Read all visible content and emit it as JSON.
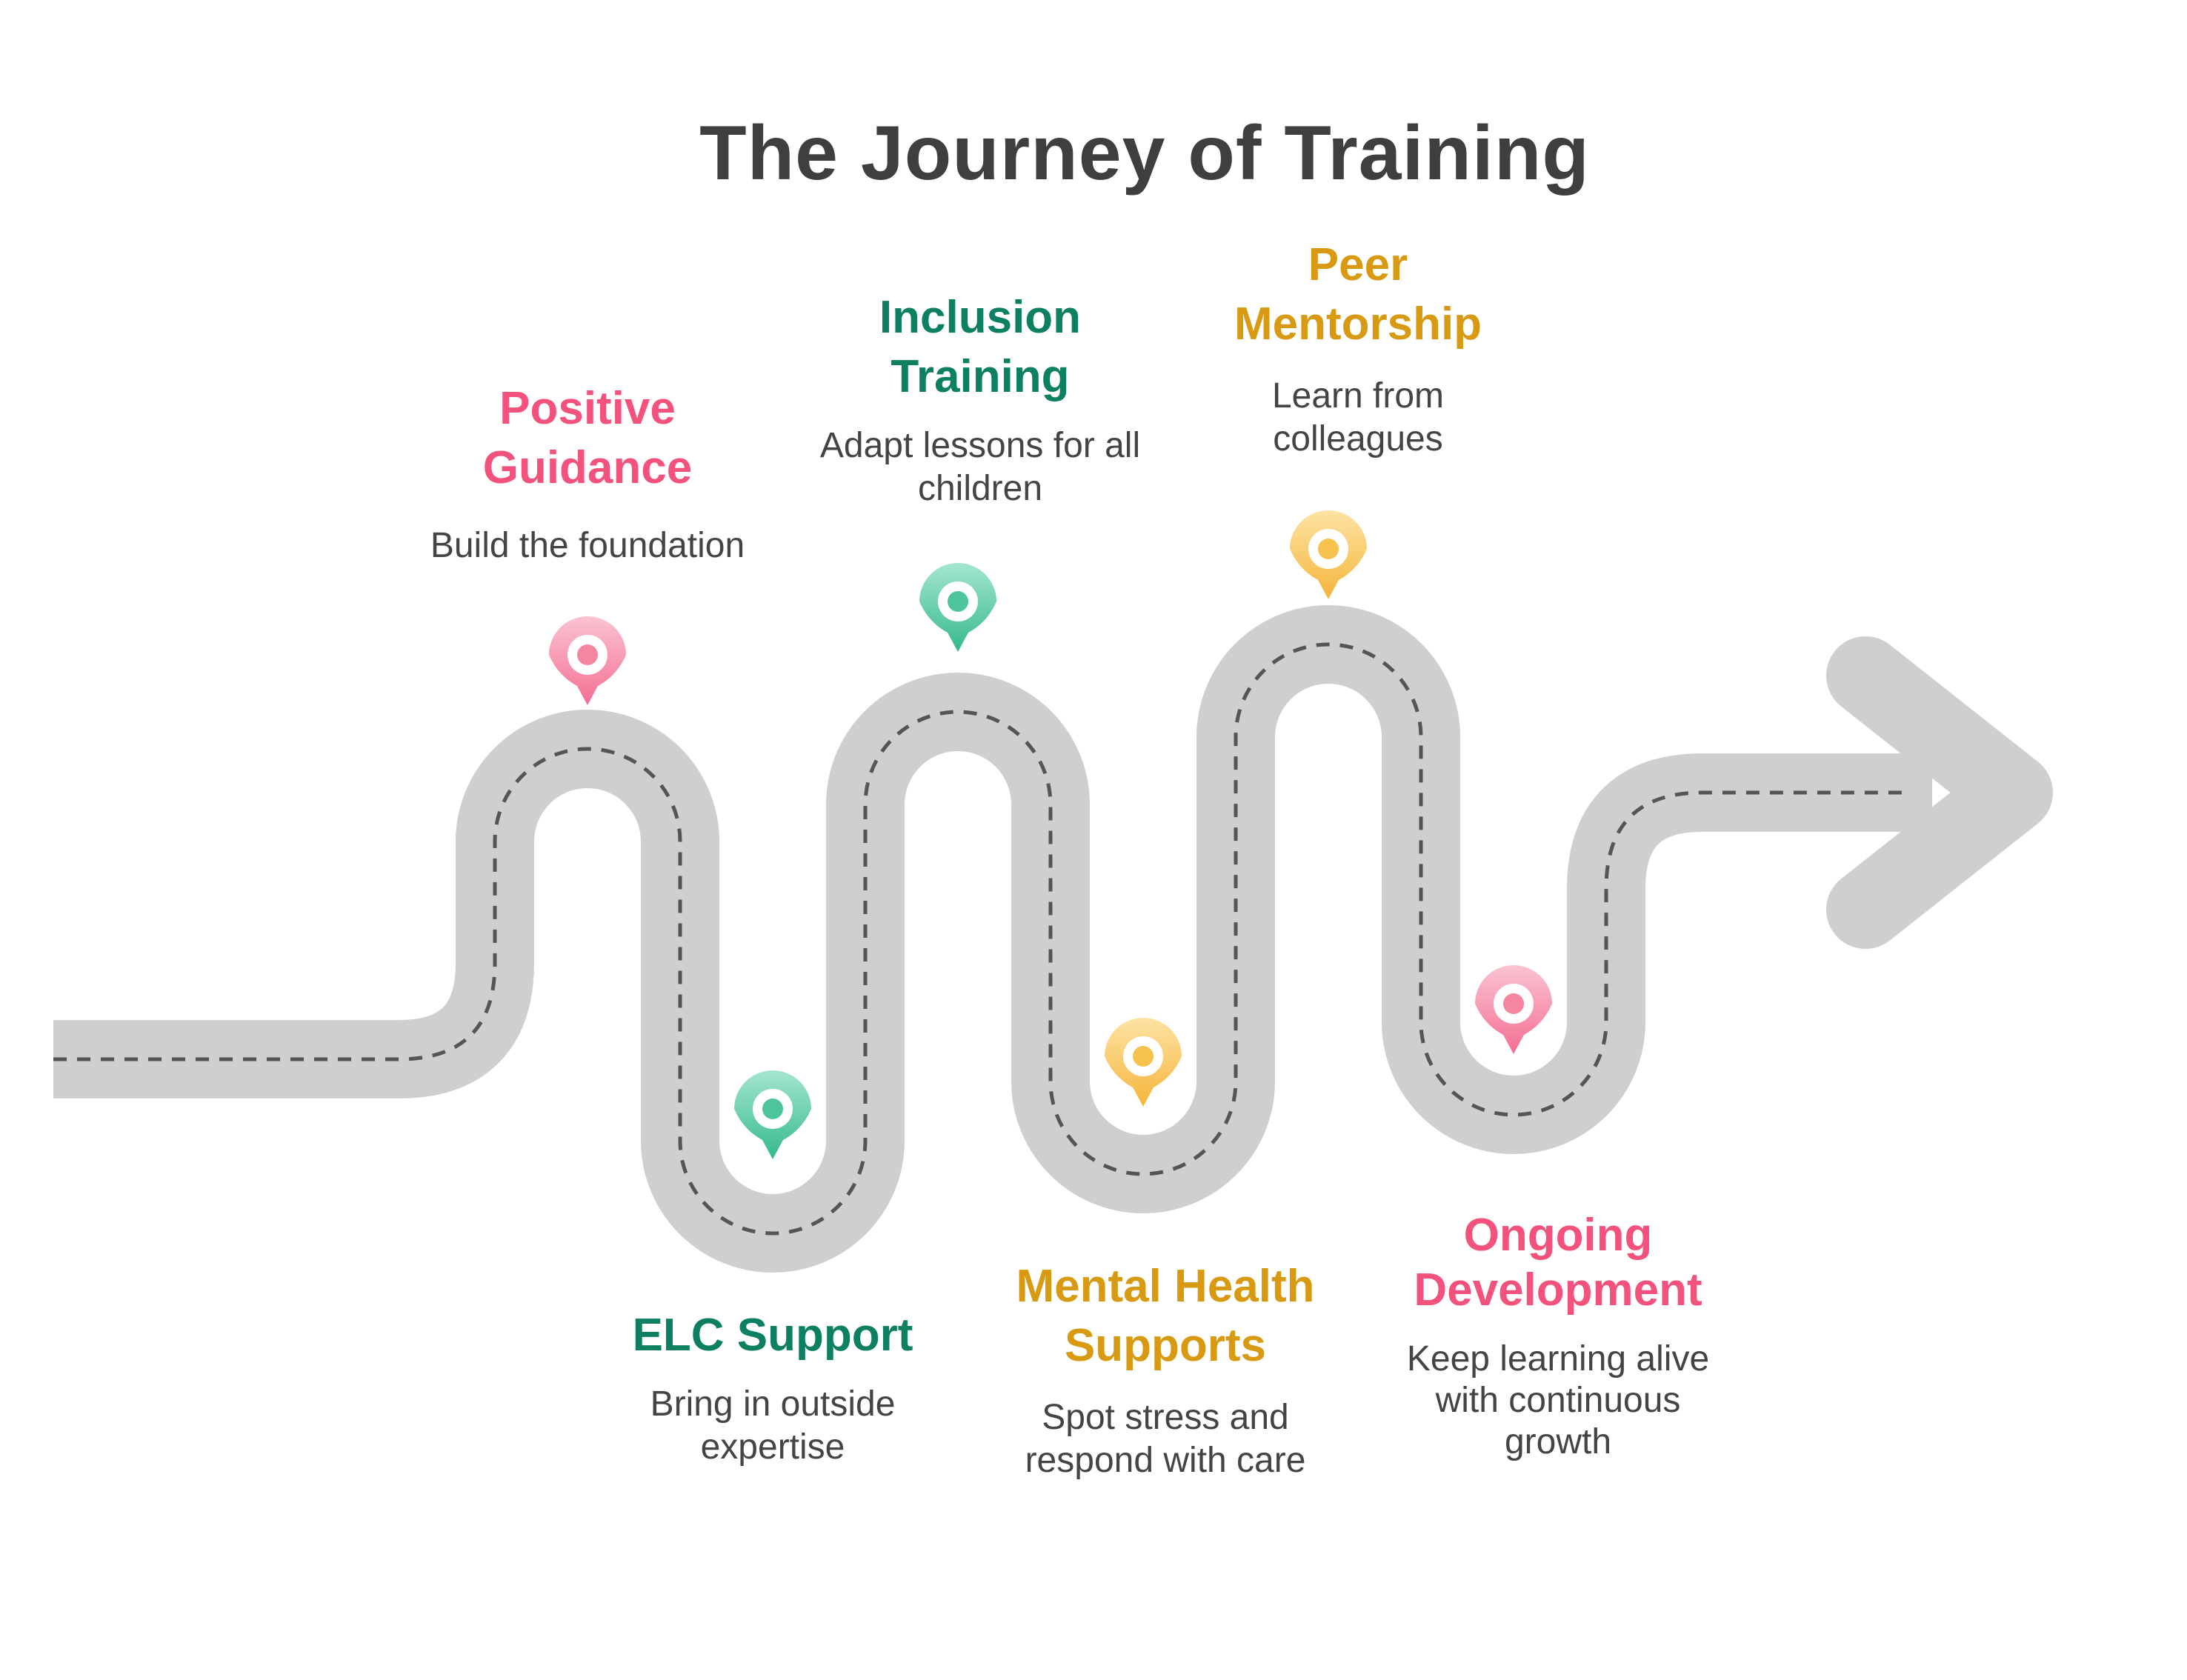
{
  "title": "The Journey of Training",
  "colors": {
    "road": "#cfcfcf",
    "road_dash": "#555555",
    "pink": "#f2527c",
    "green": "#0c8060",
    "gold": "#d89a12",
    "title": "#3f3f3f",
    "description": "#444444"
  },
  "steps": [
    {
      "title": "Positive\nGuidance",
      "description": "Build the foundation",
      "color": "pink",
      "marker_icon": "location-pin-icon"
    },
    {
      "title": "ELC Support",
      "description": "Bring in outside\nexpertise",
      "color": "green",
      "marker_icon": "location-pin-icon"
    },
    {
      "title": "Inclusion\nTraining",
      "description": "Adapt lessons for all\nchildren",
      "color": "green",
      "marker_icon": "location-pin-icon"
    },
    {
      "title": "Mental Health\nSupports",
      "description": "Spot stress and\nrespond with care",
      "color": "gold",
      "marker_icon": "location-pin-icon"
    },
    {
      "title": "Peer\nMentorship",
      "description": "Learn from\ncolleagues",
      "color": "gold",
      "marker_icon": "location-pin-icon"
    },
    {
      "title": "Ongoing\nDevelopment",
      "description": "Keep learning alive\nwith continuous\ngrowth",
      "color": "pink",
      "marker_icon": "location-pin-icon"
    }
  ],
  "end_icon": "arrow-right-icon"
}
